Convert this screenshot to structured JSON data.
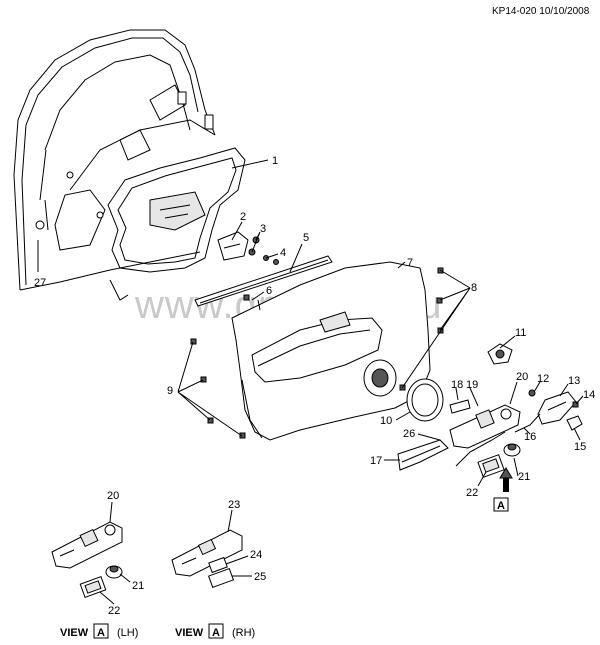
{
  "header": {
    "code": "KP14-020 10/10/2008"
  },
  "watermark": "www.gmsblad.ru",
  "callouts": [
    "1",
    "2",
    "3",
    "4",
    "5",
    "6",
    "7",
    "8",
    "9",
    "10",
    "11",
    "12",
    "13",
    "14",
    "15",
    "16",
    "17",
    "18",
    "19",
    "20",
    "21",
    "22",
    "26",
    "27"
  ],
  "inset_lh": {
    "callouts": [
      "20",
      "21",
      "22"
    ],
    "caption_prefix": "VIEW",
    "caption_letter": "A",
    "caption_suffix": "(LH)"
  },
  "inset_rh": {
    "callouts": [
      "23",
      "24",
      "25"
    ],
    "caption_prefix": "VIEW",
    "caption_letter": "A",
    "caption_suffix": "(RH)"
  },
  "view_marker": {
    "letter": "A"
  }
}
